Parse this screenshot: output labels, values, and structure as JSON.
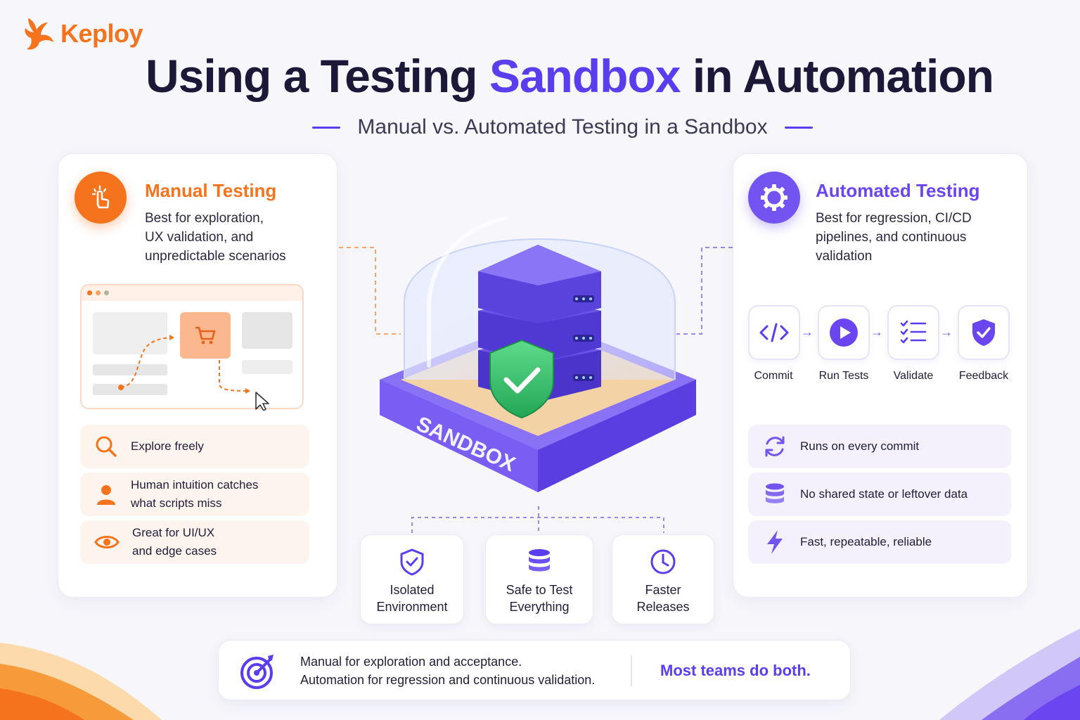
{
  "brand": {
    "name": "Keploy"
  },
  "title": {
    "before": "Using a Testing ",
    "accent": "Sandbox",
    "after": " in Automation"
  },
  "subtitle": "Manual vs. Automated Testing in a Sandbox",
  "manual": {
    "heading": "Manual Testing",
    "desc_lines": [
      "Best for exploration,",
      "UX validation, and",
      "unpredictable scenarios"
    ],
    "items": [
      {
        "icon": "search-icon",
        "lines": [
          "Explore freely"
        ]
      },
      {
        "icon": "person-icon",
        "lines": [
          "Human intuition catches",
          "what scripts miss"
        ]
      },
      {
        "icon": "eye-icon",
        "lines": [
          "Great for UI/UX",
          "and edge cases"
        ]
      }
    ]
  },
  "automated": {
    "heading": "Automated Testing",
    "desc_lines": [
      "Best for regression, CI/CD",
      "pipelines, and continuous",
      "validation"
    ],
    "pipeline": [
      {
        "icon": "code-icon",
        "label": "Commit"
      },
      {
        "icon": "play-icon",
        "label": "Run Tests"
      },
      {
        "icon": "checklist-icon",
        "label": "Validate"
      },
      {
        "icon": "shield-check-icon",
        "label": "Feedback"
      }
    ],
    "items": [
      {
        "icon": "refresh-icon",
        "label": "Runs on every commit"
      },
      {
        "icon": "database-icon",
        "label": "No shared state or leftover data"
      },
      {
        "icon": "lightning-icon",
        "label": "Fast, repeatable, reliable"
      }
    ]
  },
  "sandbox": {
    "label": "SANDBOX"
  },
  "features": [
    {
      "icon": "shield-check-icon",
      "lines": [
        "Isolated",
        "Environment"
      ]
    },
    {
      "icon": "database-icon",
      "lines": [
        "Safe to Test",
        "Everything"
      ]
    },
    {
      "icon": "clock-icon",
      "lines": [
        "Faster",
        "Releases"
      ]
    }
  ],
  "banner": {
    "line1": "Manual for exploration and acceptance.",
    "line2": "Automation for regression and continuous validation.",
    "highlight": "Most teams do both."
  },
  "colors": {
    "orange": "#f5731c",
    "purple": "#5b3df0",
    "purple_light": "#7454f0",
    "text_dark": "#1b1838"
  }
}
